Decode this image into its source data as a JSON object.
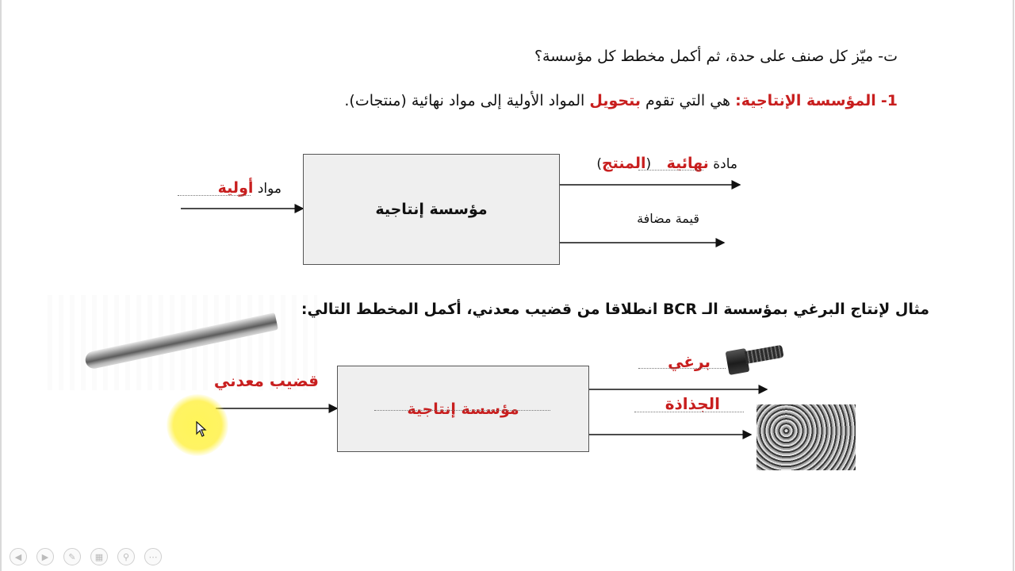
{
  "question_line": "ت- ميّز كل صنف على حدة، ثم أكمل مخطط كل مؤسسة؟",
  "definition": {
    "number": "1-",
    "term": "المؤسسة الإنتاجية:",
    "text_a": "هي التي تقوم ",
    "verb": "بتحويل",
    "text_b": " المواد الأولية إلى مواد نهائية (منتجات)."
  },
  "diagram1": {
    "box_label": "مؤسسة إنتاجية",
    "input_label": "مواد",
    "input_answer": "أولية",
    "output1_label": "مادة",
    "output1_answer": "نهائية",
    "output1_paren_open": "(",
    "output1_paren_answer": "المنتج",
    "output1_paren_close": ")",
    "output2_label": "قيمة مضافة"
  },
  "example_line": "مثال لإنتاج البرغي بمؤسسة الـ BCR انطلاقا من قضيب معدني، أكمل المخطط التالي:",
  "diagram2": {
    "input_answer": "قضيب معدني",
    "box_answer": "مؤسسة إنتاجية",
    "output1_answer": "برغي",
    "output2_answer": "الجذاذة"
  },
  "icons": {
    "cursor": "mouse-pointer-icon",
    "nav": [
      "prev-icon",
      "next-icon",
      "pen-icon",
      "slides-icon",
      "zoom-icon",
      "more-icon"
    ]
  },
  "colors": {
    "answer_red": "#c81e1e",
    "box_fill": "#efefef",
    "highlight_yellow": "#fff23c"
  }
}
